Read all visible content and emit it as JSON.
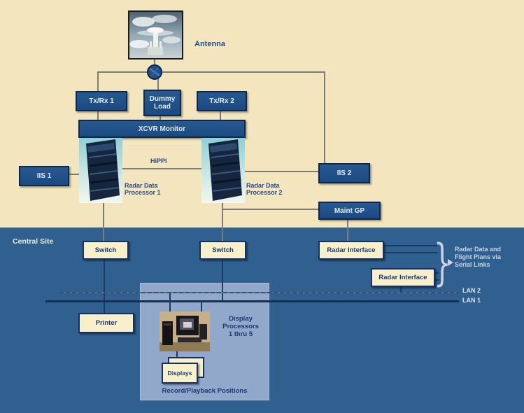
{
  "colors": {
    "cream_bg": "#f3e5bd",
    "site_bg": "#30608f",
    "panel_bg": "#92a8cb",
    "navy_box": "#1e4f88",
    "cream_box": "#f8efcb",
    "lan1_line": "#142f52",
    "lan2_line": "#44556f",
    "navy_text": "#1b3a73"
  },
  "nodes": {
    "antenna": {
      "label": "Antenna"
    },
    "txrx1": {
      "label": "Tx/Rx 1"
    },
    "dummy_load": {
      "label": "Dummy Load"
    },
    "txrx2": {
      "label": "Tx/Rx 2"
    },
    "xcvr_monitor": {
      "label": "XCVR Monitor"
    },
    "iis1": {
      "label": "IIS 1"
    },
    "iis2": {
      "label": "IIS 2"
    },
    "maint_gp": {
      "label": "Maint GP"
    },
    "hippi": {
      "label": "HiPPI"
    },
    "proc1": {
      "line1": "Radar Data",
      "line2": "Processor 1"
    },
    "proc2": {
      "line1": "Radar Data",
      "line2": "Processor 2"
    }
  },
  "central": {
    "region_label": "Central Site",
    "switch1": {
      "label": "Switch"
    },
    "switch2": {
      "label": "Switch"
    },
    "radar_interface1": {
      "label": "Radar Interface"
    },
    "radar_interface2": {
      "label": "Radar Interface"
    },
    "serial_note": {
      "line1": "Radar Data and",
      "line2": "Flight Plans via",
      "line3": "Serial Links"
    },
    "lan2_label": "LAN 2",
    "lan1_label": "LAN 1",
    "printer": {
      "label": "Printer"
    },
    "display_processors": {
      "line1": "Display",
      "line2": "Processors",
      "line3": "1 thru 5"
    },
    "displays": {
      "label": "Displays"
    },
    "panel_label": "Record/Playback Positions"
  }
}
